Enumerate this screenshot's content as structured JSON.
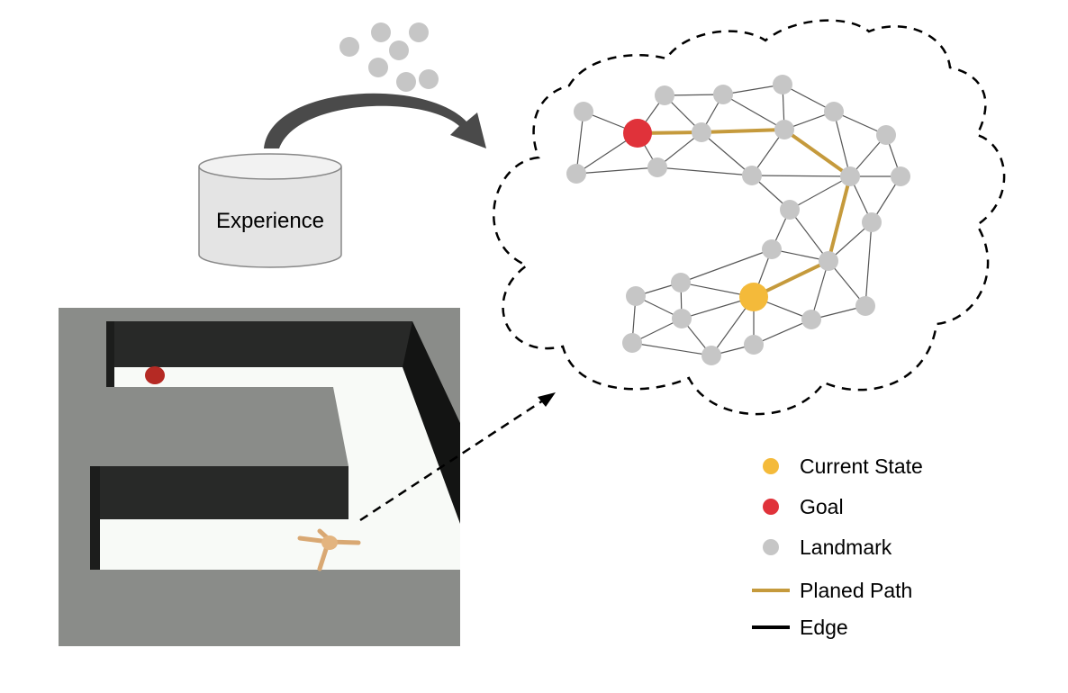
{
  "database": {
    "label": "Experience"
  },
  "legend": {
    "items": [
      {
        "key": "current",
        "label": "Current State",
        "marker": "dot",
        "color": "#F4BA3A"
      },
      {
        "key": "goal",
        "label": "Goal",
        "marker": "dot",
        "color": "#E0323A"
      },
      {
        "key": "landmark",
        "label": "Landmark",
        "marker": "dot",
        "color": "#C6C6C6"
      },
      {
        "key": "path",
        "label": "Planed Path",
        "marker": "line",
        "color": "#C59A3C"
      },
      {
        "key": "edge",
        "label": "Edge",
        "marker": "line",
        "color": "#000000"
      }
    ]
  },
  "colors": {
    "landmark": "#C6C6C6",
    "goal": "#E0323A",
    "current": "#F4BA3A",
    "path": "#C59A3C",
    "edge": "#555555",
    "maze_floor": "#8A8C89",
    "maze_wall": "#282928",
    "maze_corridor": "#F8FAF7",
    "arrow": "#4A4A4A"
  }
}
